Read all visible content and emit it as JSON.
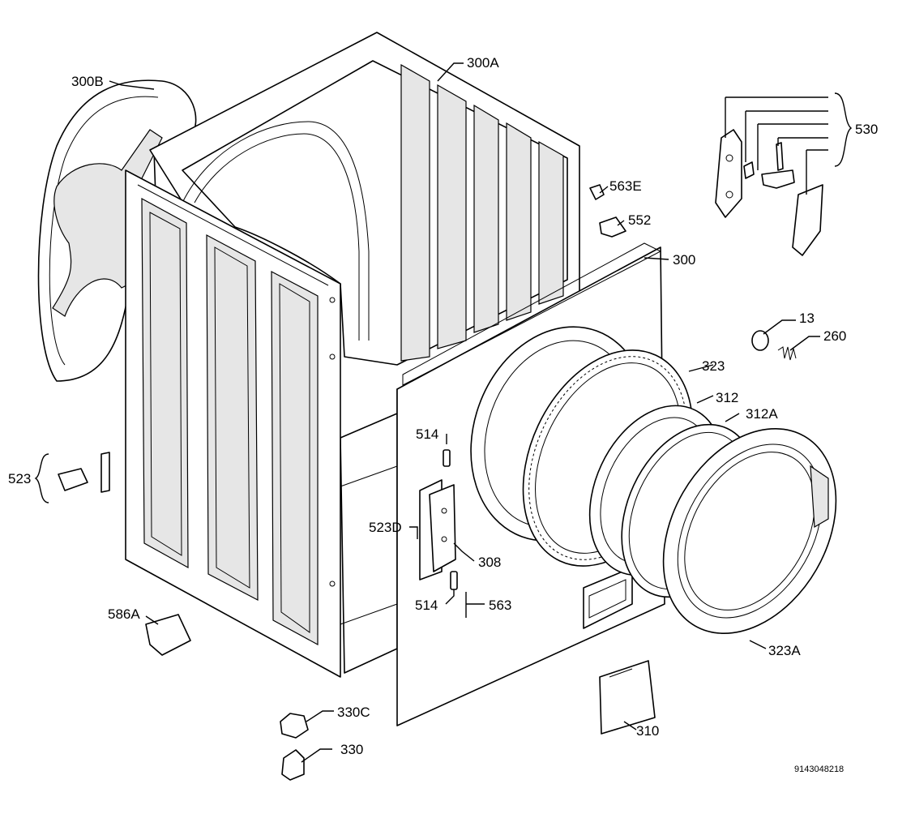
{
  "labels": {
    "l300B": "300B",
    "l300A": "300A",
    "l530": "530",
    "l563E": "563E",
    "l552": "552",
    "l300": "300",
    "l13": "13",
    "l260": "260",
    "l323": "323",
    "l312": "312",
    "l312A": "312A",
    "l514a": "514",
    "l523": "523",
    "l523D": "523D",
    "l308": "308",
    "l514b": "514",
    "l563": "563",
    "l586A": "586A",
    "l323A": "323A",
    "l330C": "330C",
    "l330": "330",
    "l310": "310"
  },
  "diagram_code": "9143048218"
}
